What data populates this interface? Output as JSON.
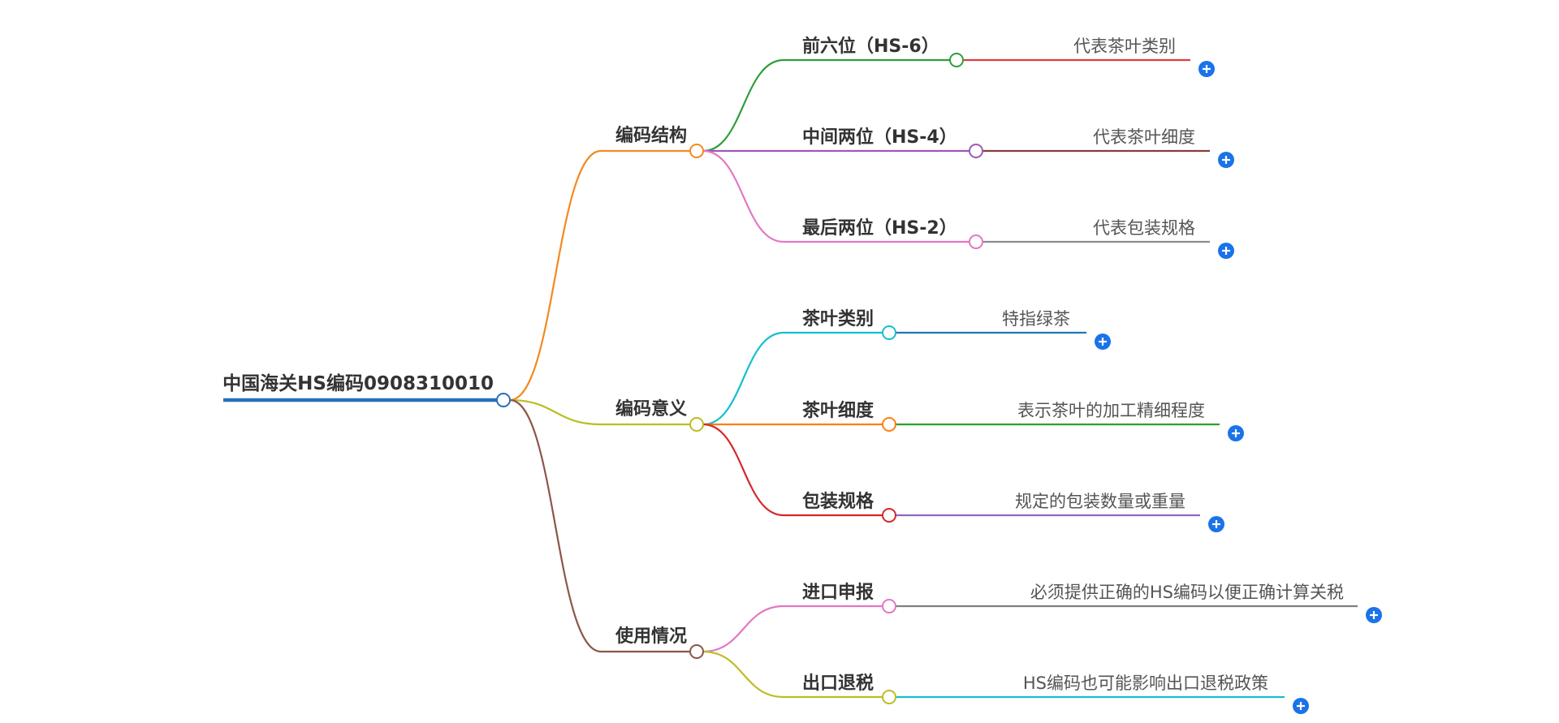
{
  "root": {
    "label": "中国海关HS编码0908310010",
    "color": "#2a6ebb"
  },
  "branches": [
    {
      "label": "编码结构",
      "color": "#f5891f",
      "children": [
        {
          "label": "前六位（HS-6）",
          "color": "#2e9e3a",
          "leaf": "代表茶叶类别",
          "leaf_color": "#e03c3c"
        },
        {
          "label": "中间两位（HS-4）",
          "color": "#9b59b6",
          "leaf": "代表茶叶细度",
          "leaf_color": "#8a3b3b"
        },
        {
          "label": "最后两位（HS-2）",
          "color": "#e377c2",
          "leaf": "代表包装规格",
          "leaf_color": "#8c8c8c"
        }
      ]
    },
    {
      "label": "编码意义",
      "color": "#bcbd22",
      "children": [
        {
          "label": "茶叶类别",
          "color": "#17becf",
          "leaf": "特指绿茶",
          "leaf_color": "#1f77b4"
        },
        {
          "label": "茶叶细度",
          "color": "#ff7f0e",
          "leaf": "表示茶叶的加工精细程度",
          "leaf_color": "#2ca02c"
        },
        {
          "label": "包装规格",
          "color": "#d62728",
          "leaf": "规定的包装数量或重量",
          "leaf_color": "#9467bd"
        }
      ]
    },
    {
      "label": "使用情况",
      "color": "#8c564b",
      "children": [
        {
          "label": "进口申报",
          "color": "#e377c2",
          "leaf": "必须提供正确的HS编码以便正确计算关税",
          "leaf_color": "#7f7f7f"
        },
        {
          "label": "出口退税",
          "color": "#bcbd22",
          "leaf": "HS编码也可能影响出口退税政策",
          "leaf_color": "#17becf"
        }
      ]
    }
  ],
  "expand_icon": "plus-circle-icon",
  "expand_color": "#1a73e8"
}
